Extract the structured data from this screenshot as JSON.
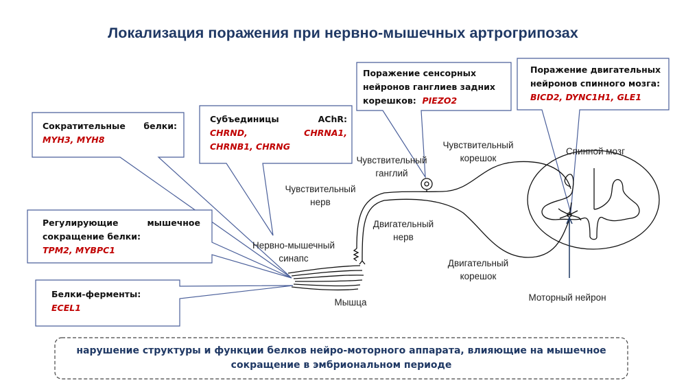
{
  "title": "Локализация поражения при нервно-мышечных артрогрипозах",
  "callouts": {
    "contractile": {
      "label_a": "Сократительные",
      "label_b": "белки:",
      "genes": "MYH3, MYH8"
    },
    "achr": {
      "label_a": "Субъединицы",
      "label_b": "AChR:",
      "genes_a": "CHRND,",
      "genes_b": "CHRNA1,",
      "genes_c": "CHRNB1, CHRNG"
    },
    "sensory": {
      "line1": "Поражение сенсорных",
      "line2": "нейронов ганглиев задних",
      "line3": "корешков:",
      "genes": "PIEZO2"
    },
    "motor": {
      "line1": "Поражение двигательных",
      "line2": "нейронов спинного мозга:",
      "genes": "BICD2, DYNC1H1, GLE1"
    },
    "regulatory": {
      "label_a": "Регулирующие",
      "label_b": "мышечное",
      "line2": "сокращение белки:",
      "genes": "TPM2, MYBPC1"
    },
    "enzymes": {
      "line1": "Белки-ферменты:",
      "genes": "ECEL1"
    }
  },
  "labels": {
    "sensory_ganglion": [
      "Чувствительный",
      "ганглий"
    ],
    "sensory_root": [
      "Чувствительный",
      "корешок"
    ],
    "spinal_cord": "Спинной мозг",
    "sensory_nerve": [
      "Чувствительный",
      "нерв"
    ],
    "motor_nerve": [
      "Двигательный",
      "нерв"
    ],
    "nm_synapse": [
      "Нервно-мышечный",
      "синапс"
    ],
    "motor_root": [
      "Двигательный",
      "корешок"
    ],
    "muscle": "Мышца",
    "motor_neuron": "Моторный нейрон"
  },
  "summary": "нарушение структуры и функции белков нейро-моторного аппарата, влияющие на мышечное сокращение в эмбриональном периоде",
  "colors": {
    "title": "#1f3864",
    "gene": "#c00000",
    "box_border": "#4a5f9a"
  }
}
